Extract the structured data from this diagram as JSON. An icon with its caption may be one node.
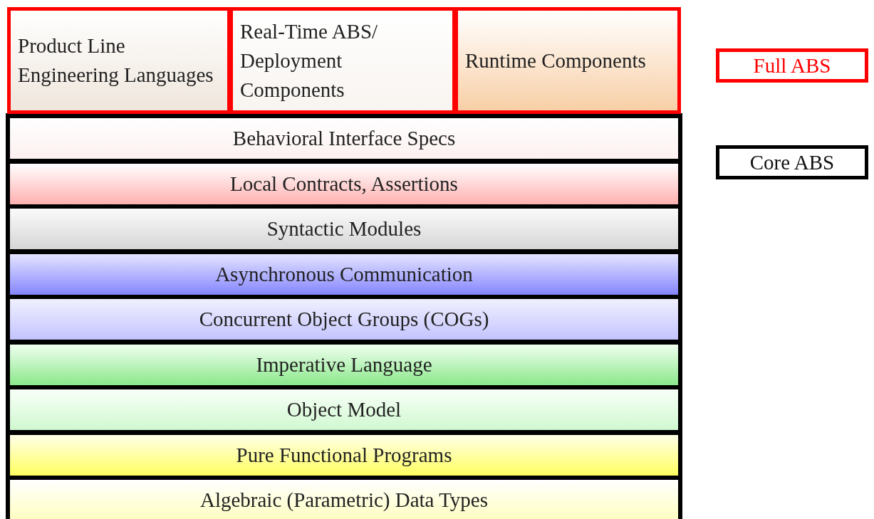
{
  "diagram": {
    "nodes": [
      {
        "text": [
          "Product Line Engineering Languages"
        ]
      },
      {
        "text": [
          "Real-Time ABS/ Deployment Components"
        ]
      },
      {
        "text": [
          "Runtime Components"
        ]
      },
      {
        "text": [
          "Behavioral Interface Specs"
        ]
      },
      {
        "text": [
          "Local Contracts, Assertions"
        ]
      },
      {
        "text": [
          "Syntactic Modules"
        ]
      },
      {
        "text": [
          "Asynchronous Communication"
        ]
      },
      {
        "text": [
          "Concurrent Object Groups (COGs)"
        ]
      },
      {
        "text": [
          "Imperative Language"
        ]
      },
      {
        "text": [
          "Object Model"
        ]
      },
      {
        "text": [
          "Pure Functional Programs"
        ]
      },
      {
        "text": [
          "Algebraic (Parametric) Data Types"
        ]
      }
    ],
    "edges": [],
    "legend": [
      {
        "text": "Full ABS"
      },
      {
        "text": "Core ABS"
      }
    ]
  }
}
